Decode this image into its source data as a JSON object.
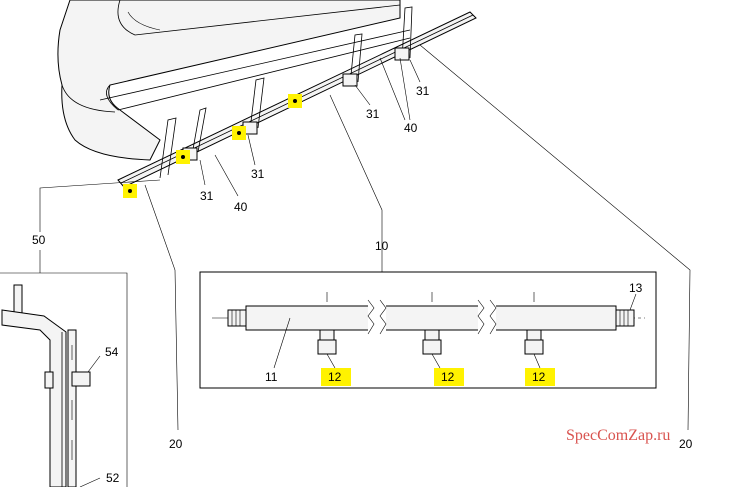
{
  "labels": {
    "l10": "10",
    "l11": "11",
    "l12a": "12",
    "l12b": "12",
    "l12c": "12",
    "l13": "13",
    "l20a": "20",
    "l20b": "20",
    "l31a": "31",
    "l31b": "31",
    "l31c": "31",
    "l31d": "31",
    "l40a": "40",
    "l40b": "40",
    "l50": "50",
    "l52": "52",
    "l54": "54"
  },
  "watermark": "SpecComZap.ru",
  "colors": {
    "highlight": "#fff200",
    "watermark": "#d9534f",
    "line": "#000000"
  }
}
